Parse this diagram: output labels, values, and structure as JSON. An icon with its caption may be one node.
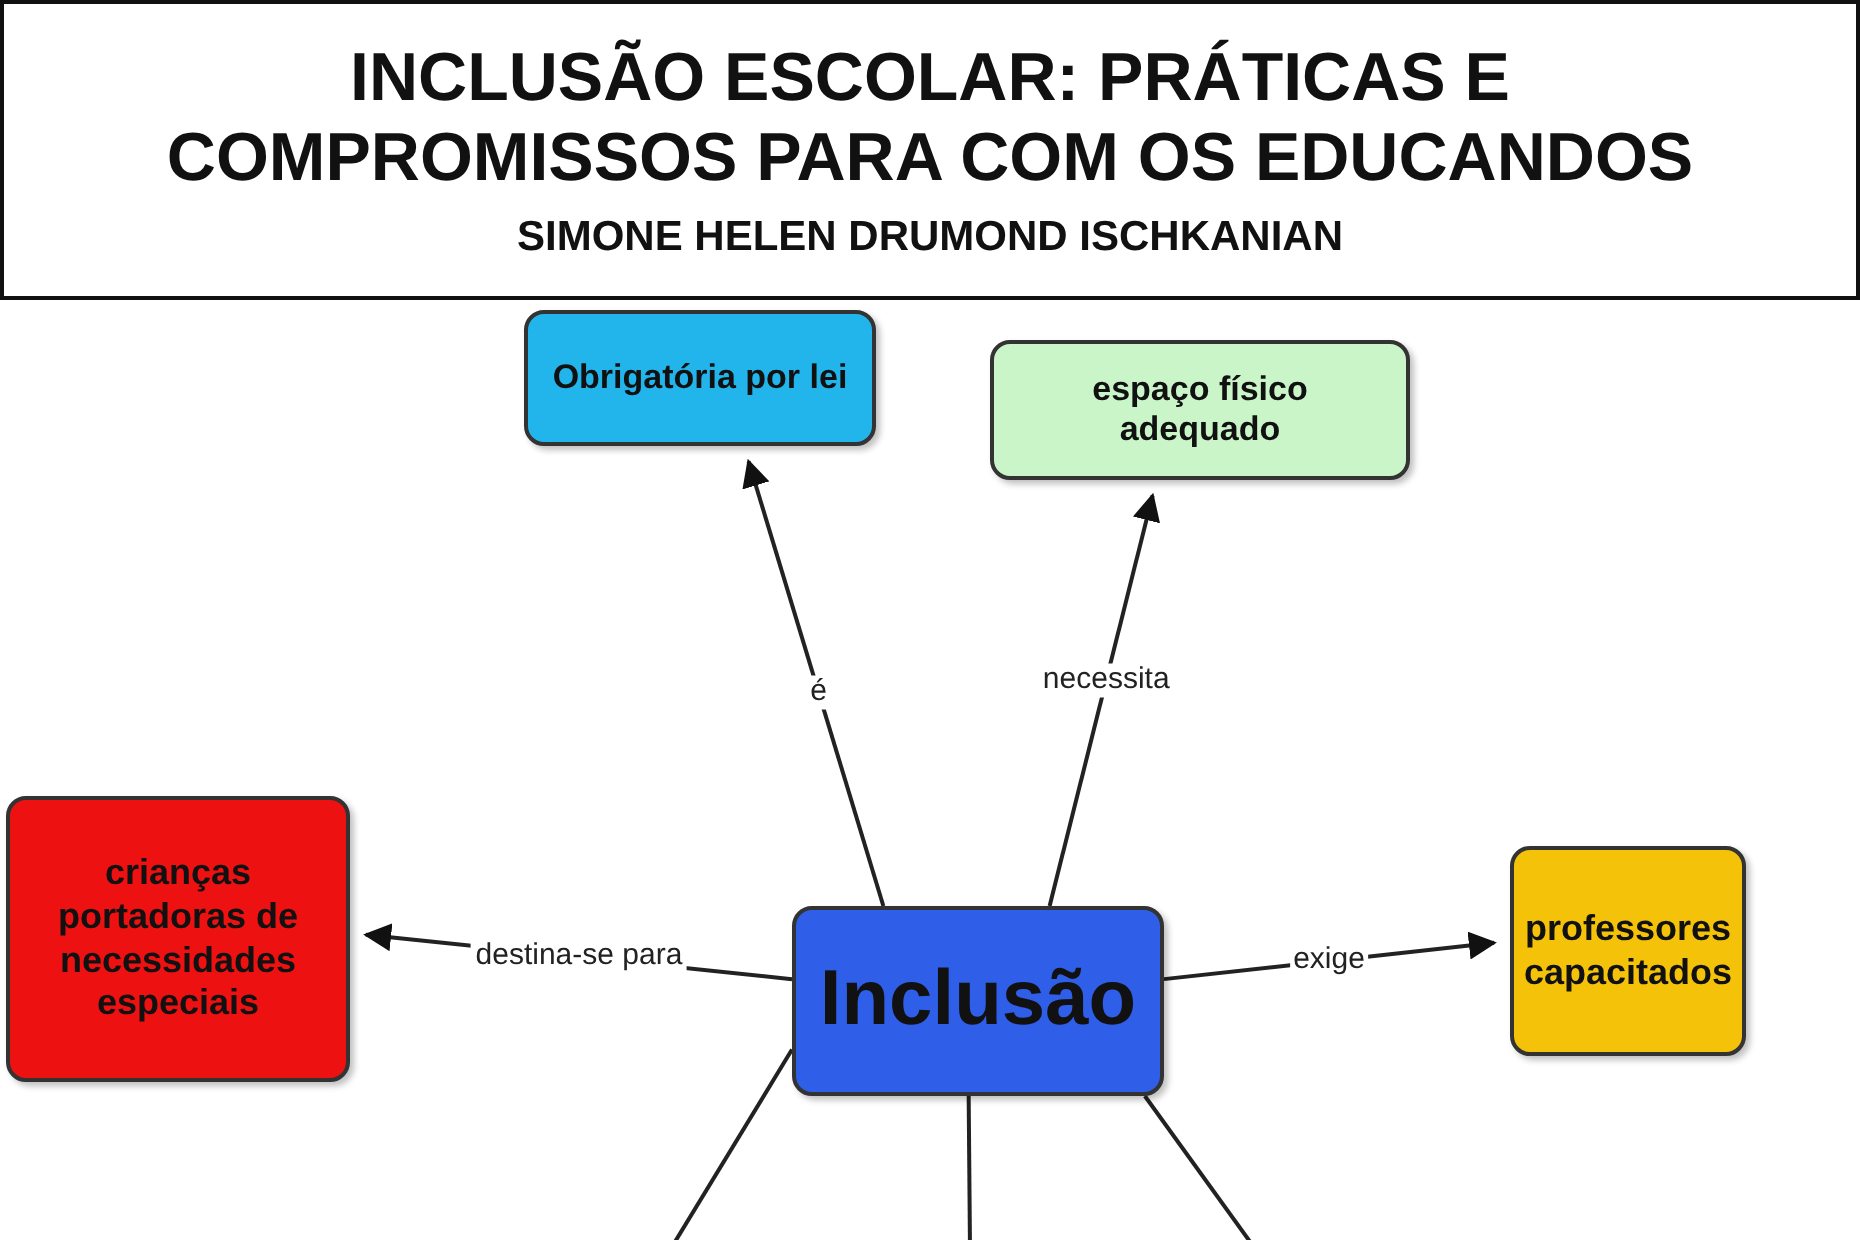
{
  "diagram": {
    "title": "INCLUSÃO ESCOLAR: PRÁTICAS E COMPROMISSOS PARA COM OS EDUCANDOS",
    "nodes": [
      {
        "text": [
          "Inclusão"
        ]
      },
      {
        "text": [
          "Obrigatória por lei"
        ]
      },
      {
        "text": [
          "espaço físico adequado"
        ]
      },
      {
        "text": [
          "crianças portadoras de necessidades especiais"
        ]
      },
      {
        "text": [
          "professores capacitados"
        ]
      }
    ],
    "edges": [
      {
        "from": 0,
        "to": 1,
        "arrow": "to",
        "label": "é"
      },
      {
        "from": 0,
        "to": 2,
        "arrow": "to",
        "label": "necessita"
      },
      {
        "from": 0,
        "to": 3,
        "arrow": "to",
        "label": "destina-se para"
      },
      {
        "from": 0,
        "to": 4,
        "arrow": "to",
        "label": "exige"
      },
      {
        "from": 0,
        "to": null,
        "arrow": "none"
      },
      {
        "from": 0,
        "to": null,
        "arrow": "none"
      },
      {
        "from": 0,
        "to": null,
        "arrow": "none"
      }
    ],
    "labels": [
      "SIMONE HELEN DRUMOND ISCHKANIAN"
    ]
  }
}
